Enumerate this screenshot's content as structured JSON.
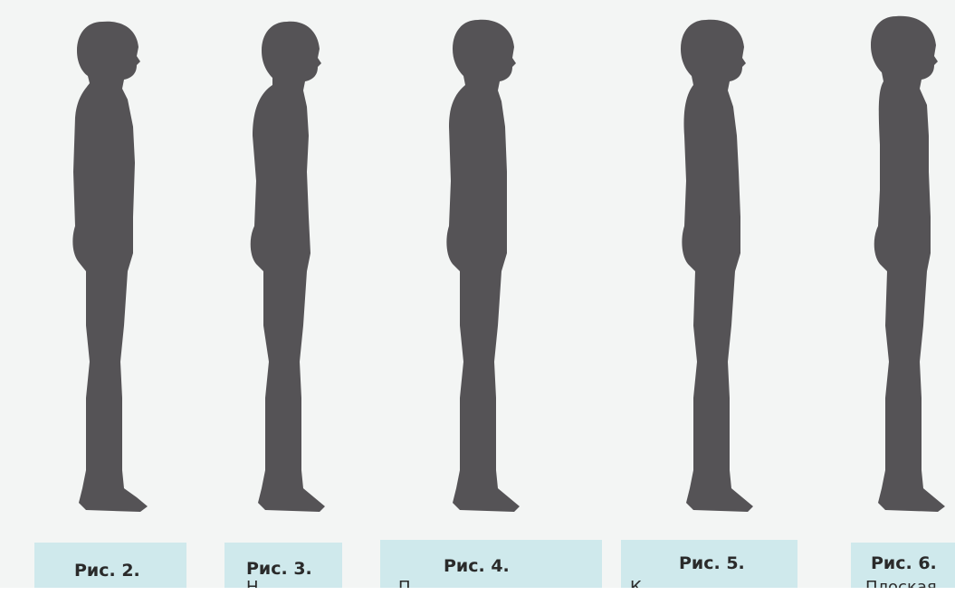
{
  "figures": [
    {
      "caption": "Рис. 2.",
      "subcaption": ""
    },
    {
      "caption": "Рис. 3.",
      "subcaption": "Н"
    },
    {
      "caption": "Рис. 4.",
      "subcaption": "П"
    },
    {
      "caption": "Рис. 5.",
      "subcaption": "К"
    },
    {
      "caption": "Рис. 6.",
      "subcaption": "Плоская"
    }
  ],
  "colors": {
    "silhouette": "#555356",
    "caption_band": "#cfe9ec",
    "background": "#f3f5f4"
  }
}
